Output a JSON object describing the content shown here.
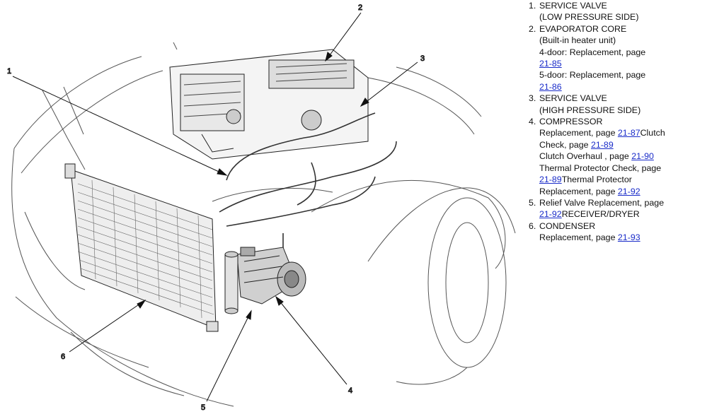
{
  "callouts": [
    "1",
    "2",
    "3",
    "4",
    "5",
    "6"
  ],
  "legend": {
    "items": [
      {
        "num": "1.",
        "title": "SERVICE VALVE",
        "sub": "(LOW PRESSURE SIDE)"
      },
      {
        "num": "2.",
        "title": "EVAPORATOR CORE",
        "sub": "(Built-in heater unit)",
        "r1_text": "4-door: Replacement, page",
        "r1_link": "21-85",
        "r2_text": "5-door: Replacement, page",
        "r2_link": "21-86"
      },
      {
        "num": "3.",
        "title": "SERVICE VALVE",
        "sub": "(HIGH PRESSURE SIDE)"
      },
      {
        "num": "4.",
        "title": "COMPRESSOR",
        "a_pre": "Replacement, page ",
        "a_link": "21-87",
        "a_post": "Clutch",
        "b_pre": "Check, page ",
        "b_link": "21-89",
        "c_pre": "Clutch Overhaul , page ",
        "c_link": "21-90",
        "d_pre": "Thermal Protector  Check, page",
        "e_link": "21-89",
        "e_post": "Thermal Protector",
        "f_pre": "Replacement, page ",
        "f_link": "21-92"
      },
      {
        "num": "5.",
        "a_pre": "Relief Valve Replacement, page",
        "b_link": "21-92",
        "b_post": "RECEIVER/DRYER"
      },
      {
        "num": "6.",
        "title": "CONDENSER",
        "a_pre": "Replacement, page ",
        "a_link": "21-93"
      }
    ]
  }
}
